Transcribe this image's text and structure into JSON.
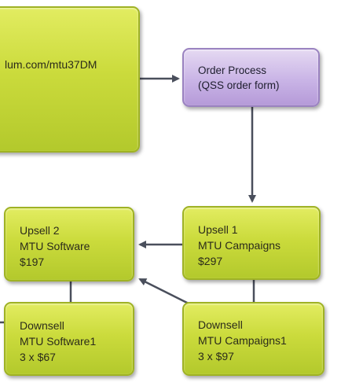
{
  "nodes": {
    "url_box": {
      "lines": [
        "lum.com/mtu37DM"
      ]
    },
    "order_process": {
      "lines": [
        "Order Process",
        "(QSS order form)"
      ]
    },
    "upsell_1": {
      "lines": [
        "Upsell 1",
        "MTU Campaigns",
        "$297"
      ]
    },
    "upsell_2": {
      "lines": [
        "Upsell 2",
        "MTU Software",
        "$197"
      ]
    },
    "downsell_1": {
      "lines": [
        "Downsell",
        "MTU Campaigns1",
        "3 x $97"
      ]
    },
    "downsell_2": {
      "lines": [
        "Downsell",
        "MTU Software1",
        "3 x $67"
      ]
    }
  },
  "colors": {
    "green_box": "#cbdb3c",
    "purple_box": "#c9b4e6",
    "connector": "#4a4f5c"
  }
}
